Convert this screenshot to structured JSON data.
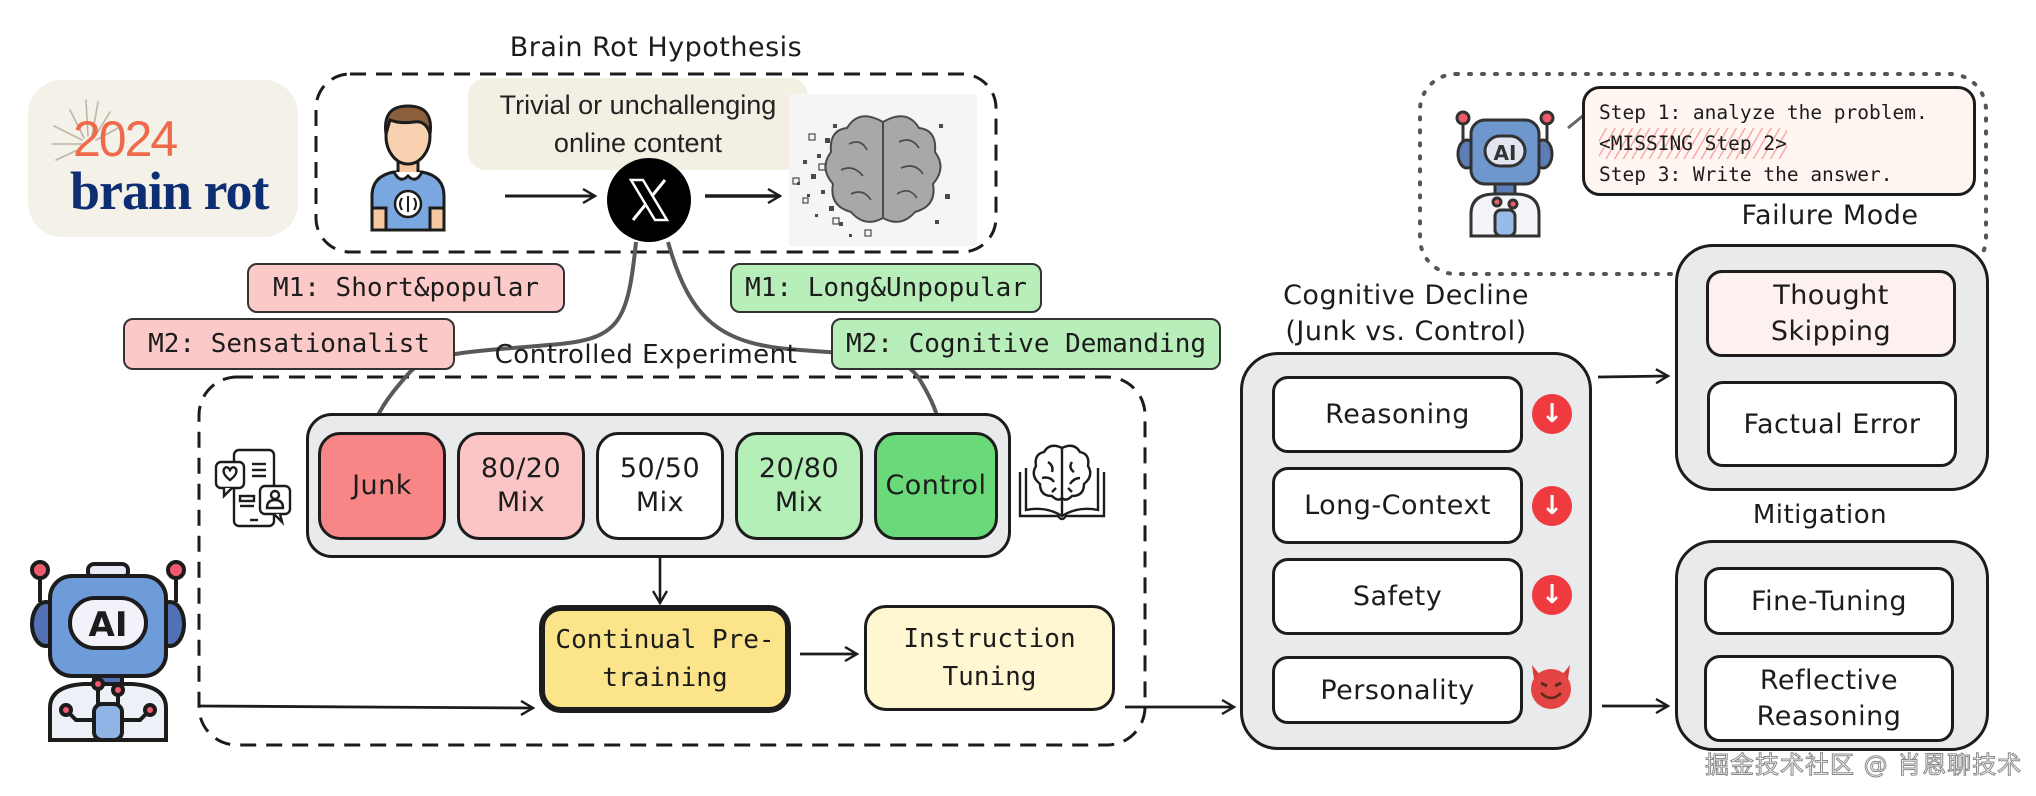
{
  "logo": {
    "year": "2024",
    "text": "brain rot",
    "colors": {
      "year": "#ee6a4a",
      "text": "#0d2e73",
      "bg": "#f4f1e8"
    }
  },
  "hypothesis": {
    "title": "Brain Rot Hypothesis",
    "bubble_line1": "Trivial or unchallenging",
    "bubble_line2": "online content",
    "icons": [
      "person-icon",
      "x-logo-icon",
      "disintegrating-brain-icon"
    ]
  },
  "tags": {
    "junk_m1": "M1: Short&popular",
    "junk_m2": "M2: Sensationalist",
    "control_m1": "M1: Long&Unpopular",
    "control_m2": "M2: Cognitive Demanding"
  },
  "experiment": {
    "title": "Controlled Experiment",
    "cells": [
      {
        "line1": "Junk",
        "line2": "",
        "color": "#f98686"
      },
      {
        "line1": "80/20",
        "line2": "Mix",
        "color": "#fcc5c5"
      },
      {
        "line1": "50/50",
        "line2": "Mix",
        "color": "#ffffff"
      },
      {
        "line1": "20/80",
        "line2": "Mix",
        "color": "#b5efb8"
      },
      {
        "line1": "Control",
        "line2": "",
        "color": "#6ad97a"
      }
    ],
    "pretraining": "Continual Pre-training",
    "pretraining_line1": "Continual Pre-",
    "pretraining_line2": "training",
    "instruction_line1": "Instruction",
    "instruction_line2": "Tuning"
  },
  "cognitive": {
    "title_line1": "Cognitive Decline",
    "title_line2": "(Junk vs. Control)",
    "rows": [
      {
        "label": "Reasoning",
        "indicator": "down-arrow"
      },
      {
        "label": "Long-Context",
        "indicator": "down-arrow"
      },
      {
        "label": "Safety",
        "indicator": "down-arrow"
      },
      {
        "label": "Personality",
        "indicator": "devil-face"
      }
    ],
    "down_symbol": "↓"
  },
  "failure": {
    "title": "Failure Mode",
    "example": {
      "step1": "Step 1: analyze the problem.",
      "step2": "<MISSING Step 2>",
      "step3": "Step 3: Write the answer."
    },
    "items": [
      {
        "line1": "Thought",
        "line2": "Skipping"
      },
      {
        "line1": "Factual Error",
        "line2": ""
      }
    ]
  },
  "mitigation": {
    "title": "Mitigation",
    "items": [
      {
        "line1": "Fine-Tuning",
        "line2": ""
      },
      {
        "line1": "Reflective",
        "line2": "Reasoning"
      }
    ]
  },
  "watermark": "掘金技术社区 @ 肖恩聊技术"
}
